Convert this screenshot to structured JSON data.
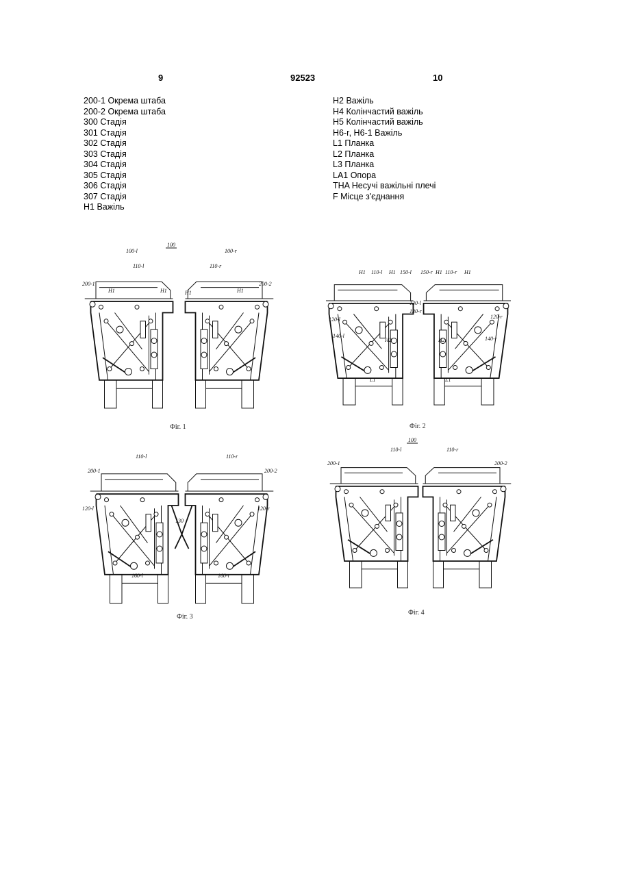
{
  "header": {
    "page_left": "9",
    "doc_number": "92523",
    "page_right": "10"
  },
  "legend_left": [
    "200-1 Окрема штаба",
    "200-2 Окрема штаба",
    "300 Стадія",
    "301 Стадія",
    "302 Стадія",
    "303 Стадія",
    "304 Стадія",
    "305 Стадія",
    "306 Стадія",
    "307 Стадія",
    "H1 Важіль"
  ],
  "legend_right": [
    "H2 Важіль",
    "H4 Колінчастий важіль",
    "H5 Колінчастий важіль",
    "H6-r, H6-1 Важіль",
    "L1 Планка",
    "L2 Планка",
    "L3 Планка",
    "LA1 Опора",
    "THA Несучі важільні плечі",
    "F Місце з'єднання"
  ],
  "figures": {
    "fig1": {
      "caption": "Фіг. 1",
      "labels": {
        "l100": "100",
        "l100l": "100-l",
        "l100r": "100-r",
        "l110l": "110-l",
        "l110r": "110-r",
        "l2001": "200-1",
        "l2002": "200-2",
        "lH1a": "H1",
        "lH1b": "H1",
        "lH1c": "H1",
        "lH1d": "H1"
      }
    },
    "fig2": {
      "caption": "Фіг. 2",
      "labels": {
        "lH1a": "H1",
        "l110l": "110-l",
        "lH1b": "H1",
        "l150l": "150-l",
        "l150r": "150-r",
        "lH1c": "H1",
        "l110r": "110-r",
        "lH1d": "H1",
        "l120l": "120-l",
        "l120r": "120-r",
        "l130l": "130-l",
        "l130r": "130-r",
        "l140l": "140-l",
        "l140r": "140-r",
        "lH2a": "H2",
        "lH2b": "H2",
        "lL1a": "L1",
        "lL1b": "L1"
      }
    },
    "fig3": {
      "caption": "Фіг. 3",
      "labels": {
        "l110l": "110-l",
        "l110r": "110-r",
        "l2001": "200-1",
        "l2002": "200-2",
        "l120l": "120-l",
        "l120r": "120-r",
        "l130": "130",
        "l160l": "160-l",
        "l160r": "160-r"
      }
    },
    "fig4": {
      "caption": "Фіг. 4",
      "labels": {
        "l100": "100",
        "l110l": "110-l",
        "l110r": "110-r",
        "l2001": "200-1",
        "l2002": "200-2"
      }
    }
  }
}
